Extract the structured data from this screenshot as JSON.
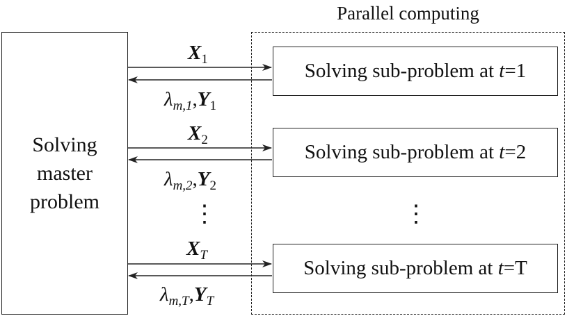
{
  "master": {
    "lines": [
      "Solving",
      "master",
      "problem"
    ]
  },
  "frame_title": "Parallel computing",
  "subproblems": [
    {
      "prefix": "Solving sub-problem at ",
      "var": "t",
      "suffix": "=1"
    },
    {
      "prefix": "Solving sub-problem at ",
      "var": "t",
      "suffix": "=2"
    },
    {
      "prefix": "Solving sub-problem at ",
      "var": "t",
      "suffix": "=T"
    }
  ],
  "arrows": [
    {
      "down_var": "X",
      "down_sub": "1",
      "up_lambda": "λ",
      "up_lambda_sub": "m,1",
      "up_var": "Y",
      "up_sub": "1"
    },
    {
      "down_var": "X",
      "down_sub": "2",
      "up_lambda": "λ",
      "up_lambda_sub": "m,2",
      "up_var": "Y",
      "up_sub": "2"
    },
    {
      "down_var": "X",
      "down_sub": "T",
      "up_lambda": "λ",
      "up_lambda_sub": "m,T",
      "up_var": "Y",
      "up_sub": "T"
    }
  ],
  "ellipsis": "⋮",
  "separator": ","
}
